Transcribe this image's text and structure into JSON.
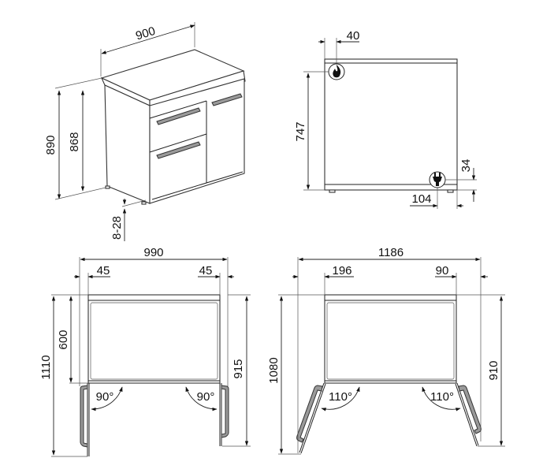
{
  "views": {
    "perspective": {
      "width_label": "900",
      "height_total_label": "890",
      "height_body_label": "868",
      "feet_adjust_label": "8-28"
    },
    "side": {
      "gas_offset_top_label": "40",
      "gas_height_label": "747",
      "electric_height_label": "34",
      "electric_offset_label": "104",
      "icons": [
        "gas-flame-icon",
        "electric-plug-icon"
      ]
    },
    "plan_90": {
      "overall_width_label": "990",
      "left_clearance_label": "45",
      "right_clearance_label": "45",
      "depth_label": "600",
      "total_depth_label": "1110",
      "right_depth_label": "915",
      "left_angle_label": "90°",
      "right_angle_label": "90°"
    },
    "plan_110": {
      "overall_width_label": "1186",
      "left_clearance_label": "196",
      "right_clearance_label": "90",
      "total_depth_label": "1080",
      "right_depth_label": "910",
      "left_angle_label": "110°",
      "right_angle_label": "110°"
    }
  }
}
